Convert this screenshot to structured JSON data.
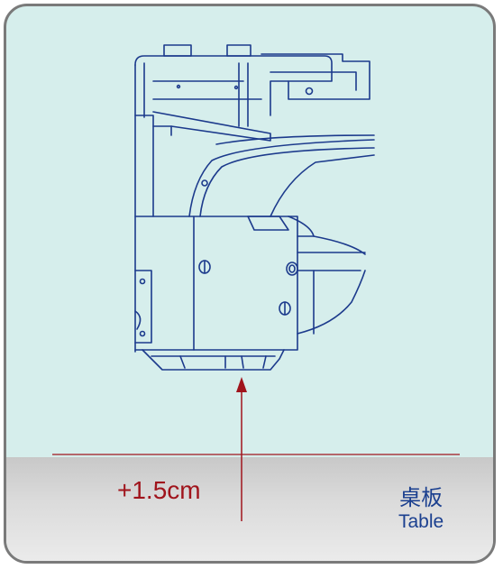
{
  "measurement": {
    "label": "+1.5cm"
  },
  "table": {
    "label_cn": "桌板",
    "label_en": "Table"
  },
  "colors": {
    "background": "#d6eeec",
    "frame_border": "#7a7a7a",
    "drawing_line": "#1c3a8c",
    "measure_red": "#a0141c",
    "table_gray": "#cfcfcf"
  }
}
